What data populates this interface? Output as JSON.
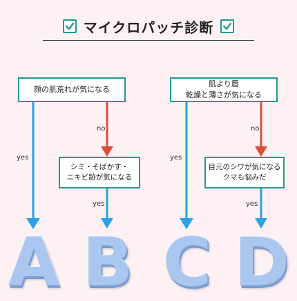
{
  "title": "マイクロパッチ診断",
  "nodes": {
    "q1": "顔の肌荒れが気になる",
    "q2_line1": "シミ・そばかす・",
    "q2_line2": "ニキビ跡が気になる",
    "q3_line1": "肌より唇",
    "q3_line2": "乾燥と薄さが気になる",
    "q4_line1": "目元のシワが気になる",
    "q4_line2": "クマも悩みだ"
  },
  "edges": {
    "yes": "yes",
    "no": "no"
  },
  "results": [
    "A",
    "B",
    "C",
    "D"
  ],
  "colors": {
    "teal": "#1f9a8e",
    "yes_arrow": "#29a3e3",
    "no_arrow": "#d9503a",
    "letter": "#a9c7ef",
    "background": "#fdf1f3"
  }
}
